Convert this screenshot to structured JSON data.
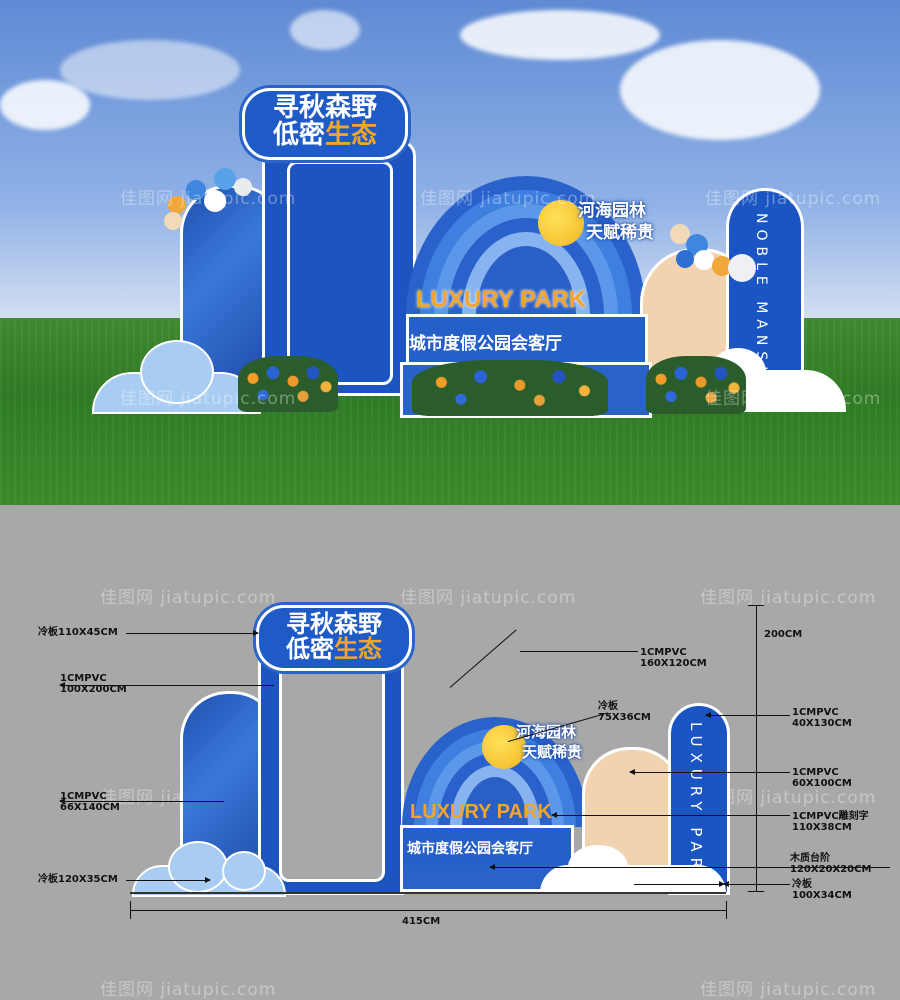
{
  "headline": {
    "line1": "寻秋森野",
    "line2a": "低密",
    "line2b": "生态"
  },
  "badge": {
    "line1": "河海园林",
    "line2": "天赋稀贵"
  },
  "brand": {
    "english": "LUXURY PARK",
    "chinese": "城市度假公园会客厅"
  },
  "pillar_text_top": "NOBLE MANSI",
  "pillar_text_bottom": "LUXURY PARK",
  "watermark": "佳图网 jiatupic.com",
  "dimensions": {
    "left": [
      {
        "name": "cold-board-title",
        "text": "冷板110X45CM"
      },
      {
        "name": "pvc-frame",
        "text": "1CMPVC\n100X200CM"
      },
      {
        "name": "pvc-arch-left",
        "text": "1CMPVC\n66X140CM"
      },
      {
        "name": "cold-board-cloud-left",
        "text": "冷板120X35CM"
      }
    ],
    "right": [
      {
        "name": "pvc-rainbow",
        "text": "1CMPVC\n160X120CM"
      },
      {
        "name": "cold-board-badge",
        "text": "冷板\n75X36CM"
      },
      {
        "name": "height",
        "text": "200CM"
      },
      {
        "name": "pvc-pillar",
        "text": "1CMPVC\n40X130CM"
      },
      {
        "name": "pvc-arch-right",
        "text": "1CMPVC\n60X100CM"
      },
      {
        "name": "pvc-carved",
        "text": "1CMPVC雕刻字\n110X38CM"
      },
      {
        "name": "wood-step",
        "text": "木质台阶\n120X20X20CM"
      },
      {
        "name": "cold-board-cloud-right",
        "text": "冷板\n100X34CM"
      }
    ],
    "width": "415CM"
  },
  "colors": {
    "brand_blue": "#1e5bc6",
    "accent_orange": "#f2a52a",
    "cream": "#f1d3b0"
  }
}
